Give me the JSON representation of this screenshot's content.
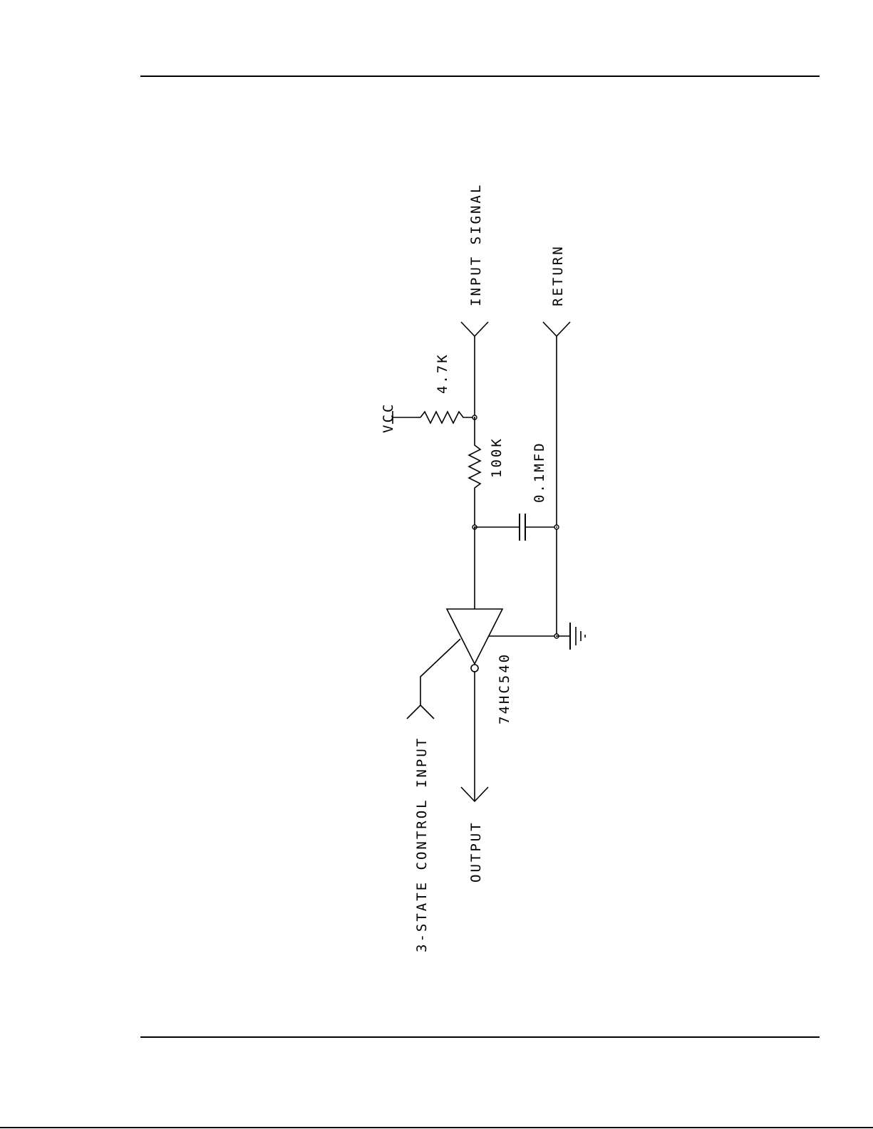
{
  "labels": {
    "input_signal": "INPUT SIGNAL",
    "return": "RETURN",
    "vcc": "VCC",
    "r_pullup": "4.7K",
    "r_series": "100K",
    "capacitor": "0.1MFD",
    "ic": "74HC540",
    "control_input": "3-STATE CONTROL INPUT",
    "output": "OUTPUT"
  }
}
